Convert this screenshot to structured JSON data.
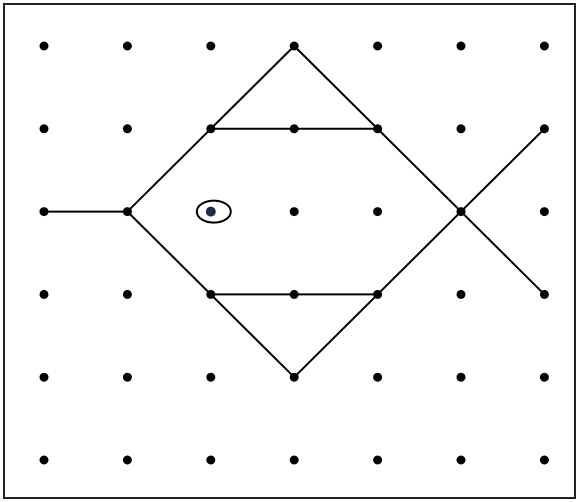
{
  "figure": {
    "type": "dot-grid-drawing",
    "subject": "fish",
    "grid": {
      "columns": 7,
      "rows": 6
    },
    "dot_color": "#000000",
    "line_color": "#000000",
    "border_color": "#222222",
    "segments": [
      [
        [
          0,
          2
        ],
        [
          1,
          2
        ]
      ],
      [
        [
          1,
          2
        ],
        [
          2,
          1
        ]
      ],
      [
        [
          2,
          1
        ],
        [
          3,
          0
        ]
      ],
      [
        [
          3,
          0
        ],
        [
          4,
          1
        ]
      ],
      [
        [
          2,
          1
        ],
        [
          3,
          1
        ]
      ],
      [
        [
          3,
          1
        ],
        [
          4,
          1
        ]
      ],
      [
        [
          4,
          1
        ],
        [
          5,
          2
        ]
      ],
      [
        [
          1,
          2
        ],
        [
          2,
          3
        ]
      ],
      [
        [
          2,
          3
        ],
        [
          3,
          4
        ]
      ],
      [
        [
          3,
          4
        ],
        [
          4,
          3
        ]
      ],
      [
        [
          2,
          3
        ],
        [
          3,
          3
        ]
      ],
      [
        [
          3,
          3
        ],
        [
          4,
          3
        ]
      ],
      [
        [
          4,
          3
        ],
        [
          5,
          2
        ]
      ],
      [
        [
          5,
          2
        ],
        [
          6,
          1
        ]
      ],
      [
        [
          5,
          2
        ],
        [
          6,
          3
        ]
      ]
    ],
    "eye": {
      "col": 2,
      "row": 2,
      "shape": "ellipse-with-pupil"
    }
  }
}
